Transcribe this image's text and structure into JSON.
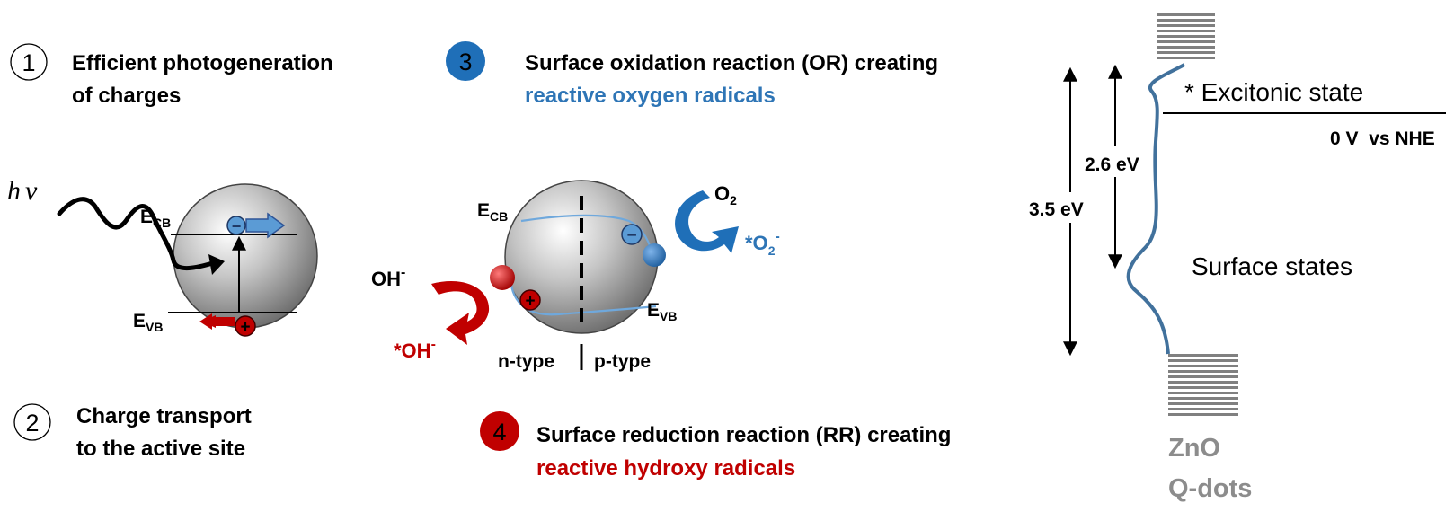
{
  "steps": [
    {
      "number": "1",
      "line1": "Efficient photogeneration",
      "line2": "of charges"
    },
    {
      "number": "2",
      "line1": "Charge transport",
      "line2": "to the active site"
    },
    {
      "number": "3",
      "line1": "Surface oxidation reaction (OR) creating",
      "line2": "reactive oxygen radicals"
    },
    {
      "number": "4",
      "line1": "Surface reduction reaction (RR) creating",
      "line2": "reactive hydroxy radicals"
    }
  ],
  "left_particle": {
    "photon_h": "h",
    "photon_nu": "ν",
    "e_sym": "E",
    "cb_sub": "CB",
    "vb_sub": "VB",
    "minus": "−",
    "plus": "+"
  },
  "mid_particle": {
    "e_sym": "E",
    "cb_sub": "CB",
    "vb_sub": "VB",
    "minus": "−",
    "plus": "+",
    "o2_main": "O",
    "o2_sub": "2",
    "o2_rad_main": "*O",
    "o2_rad_sub": "2",
    "o2_rad_sup": "-",
    "oh_main": "OH",
    "oh_sup": "-",
    "oh_rad_main": "*OH",
    "oh_rad_sup": "-",
    "n_type": "n-type",
    "p_type": "p-type"
  },
  "energy_diagram": {
    "gap_2_6": "2.6 eV",
    "gap_3_5": "3.5 eV",
    "excitonic": "* Excitonic state",
    "nhe": "0 V  vs NHE",
    "surface_states": "Surface states",
    "material_line1": "ZnO",
    "material_line2": "Q-dots"
  },
  "colors": {
    "blue_text": "#2e75b6",
    "red_text": "#c00000",
    "blue_fill": "#5b9bd5",
    "blue_dark": "#1f6fb8",
    "red_fill": "#c00000",
    "curve": "#41719c",
    "band": "#808080",
    "label_gray": "#8c8c8c"
  }
}
